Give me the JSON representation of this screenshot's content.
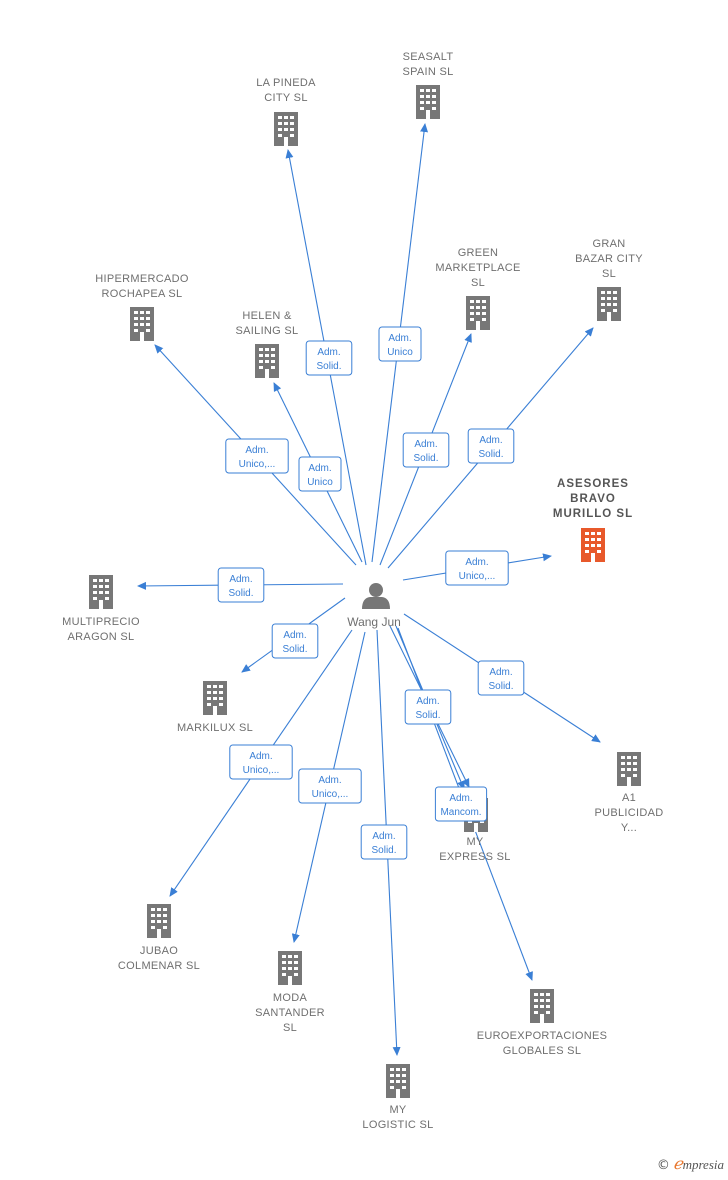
{
  "center": {
    "name": "Wang Jun"
  },
  "footer": {
    "copyright": "©",
    "brand": "mpresia"
  },
  "colors": {
    "edge": "#3a7fd5",
    "node": "#777777",
    "highlight": "#e8592b"
  },
  "nodes": [
    {
      "id": "la-pineda",
      "label": [
        "LA PINEDA",
        "CITY  SL"
      ],
      "role": "Adm. Solid."
    },
    {
      "id": "seasalt",
      "label": [
        "SEASALT",
        "SPAIN  SL"
      ],
      "role": "Adm. Unico"
    },
    {
      "id": "green-marketplace",
      "label": [
        "GREEN",
        "MARKETPLACE",
        "SL"
      ],
      "role": "Adm. Solid."
    },
    {
      "id": "gran-bazar",
      "label": [
        "GRAN",
        "BAZAR CITY",
        "SL"
      ],
      "role": "Adm. Solid."
    },
    {
      "id": "hipermercado",
      "label": [
        "HIPERMERCADO",
        "ROCHAPEA  SL"
      ],
      "role": "Adm. Unico,..."
    },
    {
      "id": "helen-sailing",
      "label": [
        "HELEN &",
        "SAILING  SL"
      ],
      "role": "Adm. Unico"
    },
    {
      "id": "asesores-bravo",
      "label": [
        "ASESORES",
        "BRAVO",
        "MURILLO  SL"
      ],
      "role": "Adm. Unico,...",
      "highlight": true
    },
    {
      "id": "multiprecio",
      "label": [
        "MULTIPRECIO",
        "ARAGON  SL"
      ],
      "role": "Adm. Solid."
    },
    {
      "id": "markilux",
      "label": [
        "MARKILUX  SL"
      ],
      "role": "Adm. Solid."
    },
    {
      "id": "a1-publicidad",
      "label": [
        "A1",
        "PUBLICIDAD",
        "Y..."
      ],
      "role": "Adm. Solid."
    },
    {
      "id": "my-express",
      "label": [
        "MY",
        "EXPRESS  SL"
      ],
      "role": "Adm. Solid.",
      "role2": "Adm. Mancom."
    },
    {
      "id": "jubao",
      "label": [
        "JUBAO",
        "COLMENAR SL"
      ],
      "role": "Adm. Unico,..."
    },
    {
      "id": "moda-santander",
      "label": [
        "MODA",
        "SANTANDER",
        "SL"
      ],
      "role": "Adm. Unico,..."
    },
    {
      "id": "euroexportaciones",
      "label": [
        "EUROEXPORTACIONES",
        "GLOBALES SL"
      ],
      "role": "Adm. Solid."
    },
    {
      "id": "my-logistic",
      "label": [
        "MY",
        "LOGISTIC  SL"
      ],
      "role": "Adm. Solid."
    }
  ]
}
